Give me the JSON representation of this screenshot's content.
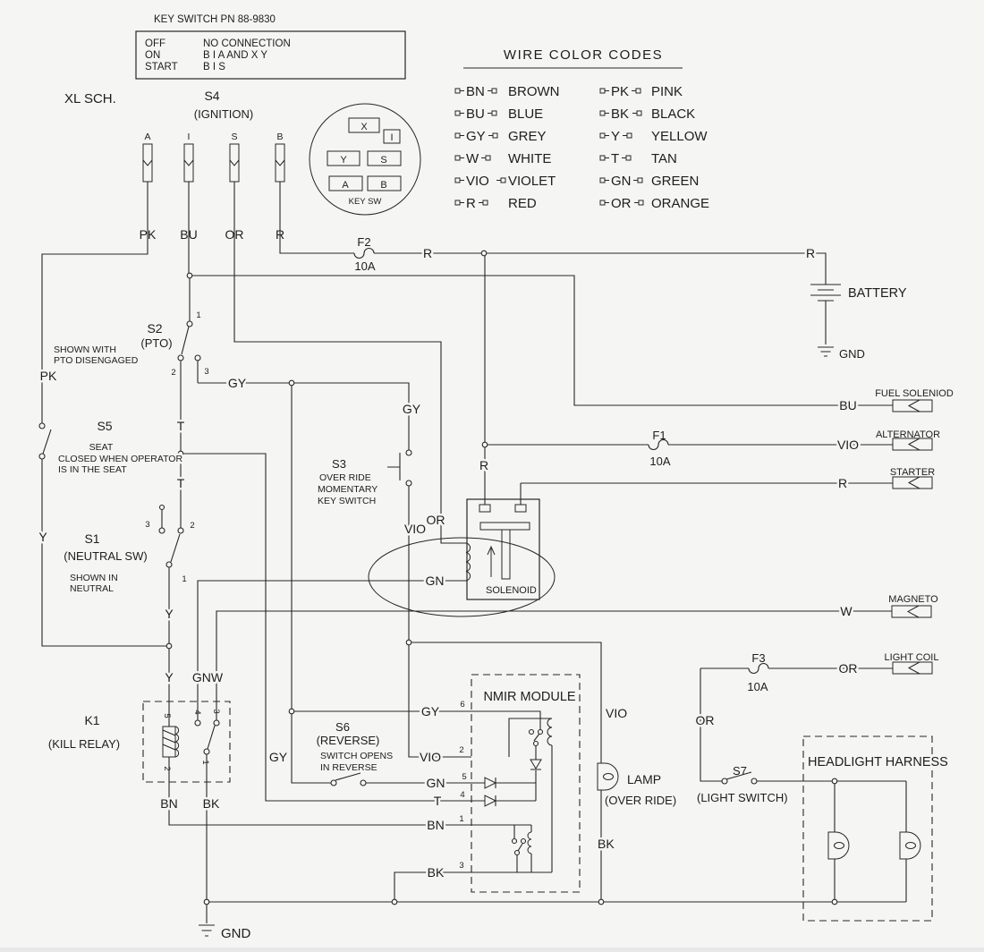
{
  "colors": {
    "background": "#f5f5f3",
    "ink": "#262626"
  },
  "header": {
    "schematic_name": "XL SCH.",
    "key_switch_title": "KEY SWITCH PN 88-9830"
  },
  "key_table": {
    "rows": [
      {
        "pos": "OFF",
        "conn": "NO CONNECTION"
      },
      {
        "pos": "ON",
        "conn": "B I A    AND  X Y"
      },
      {
        "pos": "START",
        "conn": "B I S"
      }
    ]
  },
  "s4": {
    "id": "S4",
    "sub": "(IGNITION)",
    "pins": [
      {
        "pin": "A",
        "wire": "PK"
      },
      {
        "pin": "I",
        "wire": "BU"
      },
      {
        "pin": "S",
        "wire": "OR"
      },
      {
        "pin": "B",
        "wire": "R"
      }
    ]
  },
  "keysw": {
    "caption": "KEY SW",
    "boxes": [
      "X",
      "I",
      "Y",
      "S",
      "A",
      "B"
    ]
  },
  "wcc": {
    "title": "WIRE COLOR CODES",
    "left": [
      {
        "code": "BN",
        "name": "BROWN"
      },
      {
        "code": "BU",
        "name": "BLUE"
      },
      {
        "code": "GY",
        "name": "GREY"
      },
      {
        "code": "W",
        "name": "WHITE"
      },
      {
        "code": "VIO",
        "name": "VIOLET"
      },
      {
        "code": "R",
        "name": "RED"
      }
    ],
    "right": [
      {
        "code": "PK",
        "name": "PINK"
      },
      {
        "code": "BK",
        "name": "BLACK"
      },
      {
        "code": "Y",
        "name": "YELLOW"
      },
      {
        "code": "T",
        "name": "TAN"
      },
      {
        "code": "GN",
        "name": "GREEN"
      },
      {
        "code": "OR",
        "name": "ORANGE"
      }
    ]
  },
  "fuses": {
    "f1": {
      "id": "F1",
      "rating": "10A"
    },
    "f2": {
      "id": "F2",
      "rating": "10A"
    },
    "f3": {
      "id": "F3",
      "rating": "10A"
    }
  },
  "battery": {
    "label": "BATTERY"
  },
  "s2": {
    "id": "S2",
    "sub": "(PTO)",
    "note1": "SHOWN WITH",
    "note2": "PTO DISENGAGED",
    "t1": "1",
    "t2": "2",
    "t3": "3"
  },
  "s5": {
    "id": "S5",
    "note1": "SEAT",
    "note2": "CLOSED WHEN OPERATOR",
    "note3": "IS IN THE SEAT"
  },
  "s1": {
    "id": "S1",
    "sub": "(NEUTRAL SW)",
    "note1": "SHOWN IN",
    "note2": "NEUTRAL",
    "t1": "1",
    "t2": "2",
    "t3": "3"
  },
  "s3": {
    "id": "S3",
    "line1": "OVER RIDE",
    "line2": "MOMENTARY",
    "line3": "KEY SWITCH"
  },
  "s6": {
    "id": "S6",
    "sub": "(REVERSE)",
    "note1": "SWITCH OPENS",
    "note2": "IN REVERSE"
  },
  "s7": {
    "id": "S7",
    "sub": "(LIGHT SWITCH)"
  },
  "k1": {
    "id": "K1",
    "sub": "(KILL RELAY)",
    "t1": "1",
    "t2": "2",
    "t3": "3",
    "t4": "4",
    "t5": "5"
  },
  "solenoid": {
    "label": "SOLENOID"
  },
  "nmir": {
    "title": "NMIR MODULE",
    "pins": [
      {
        "num": "6",
        "wire": "GY"
      },
      {
        "num": "2",
        "wire": "VIO"
      },
      {
        "num": "5",
        "wire": "GN"
      },
      {
        "num": "4",
        "wire": "T"
      },
      {
        "num": "1",
        "wire": "BN"
      },
      {
        "num": "3",
        "wire": "BK"
      }
    ]
  },
  "lamp": {
    "label": "LAMP",
    "sub": "(OVER RIDE)"
  },
  "harness": {
    "title": "HEADLIGHT HARNESS"
  },
  "terminals": [
    {
      "wire": "BU",
      "name": "FUEL SOLENIOD"
    },
    {
      "wire": "VIO",
      "name": "ALTERNATOR"
    },
    {
      "wire": "R",
      "name": "STARTER"
    },
    {
      "wire": "W",
      "name": "MAGNETO"
    },
    {
      "wire": "OR",
      "name": "LIGHT COIL"
    }
  ],
  "labels": {
    "pk": "PK",
    "t_upper": "T",
    "t_lower": "T",
    "y_left": "Y",
    "y_mid": "Y",
    "y_lower": "Y",
    "gnw": "GNW",
    "gy_pto": "GY",
    "gy_s3": "GY",
    "gy_s6": "GY",
    "vio_s3": "VIO",
    "or_sol": "OR",
    "r_f2": "R",
    "r_batt": "R",
    "r_sol": "R",
    "gn_sol": "GN",
    "or_s7": "OR",
    "vio_lamp": "VIO",
    "bk_lamp": "BK",
    "bn_k1": "BN",
    "bk_k1": "BK",
    "gnd_batt": "GND",
    "gnd_bottom": "GND"
  }
}
